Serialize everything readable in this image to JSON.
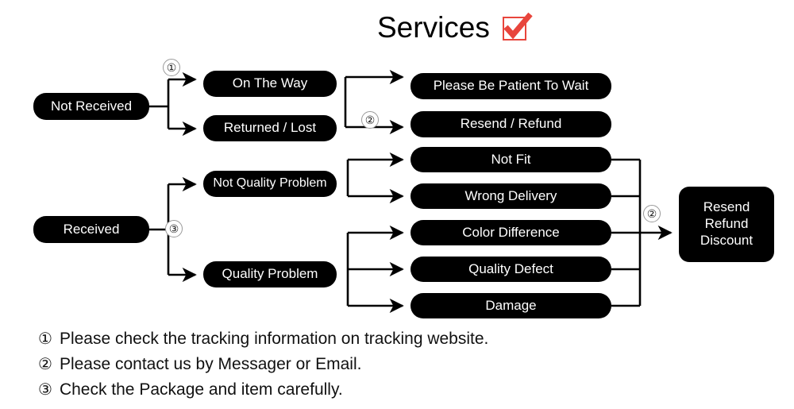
{
  "header": {
    "title": "Services",
    "check_icon": "checkbox-checked-icon",
    "check_color": "#e8453c"
  },
  "theme": {
    "node_bg": "#000000",
    "node_text": "#ffffff",
    "page_bg": "#ffffff",
    "wire_color": "#000000",
    "marker_ring": "#9a9a9a"
  },
  "flow": {
    "roots": [
      {
        "label": "Not Received"
      },
      {
        "label": "Received"
      }
    ],
    "stage2": [
      {
        "label": "On The Way"
      },
      {
        "label": "Returned / Lost"
      },
      {
        "label": "Not Quality Problem"
      },
      {
        "label": "Quality Problem"
      }
    ],
    "stage3": [
      {
        "label": "Please Be Patient To Wait"
      },
      {
        "label": "Resend / Refund"
      },
      {
        "label": "Not Fit"
      },
      {
        "label": "Wrong Delivery"
      },
      {
        "label": "Color Difference"
      },
      {
        "label": "Quality Defect"
      },
      {
        "label": "Damage"
      }
    ],
    "outcome": {
      "lines": [
        "Resend",
        "Refund",
        "Discount"
      ]
    },
    "markers": [
      {
        "id": "marker-1",
        "symbol": "①"
      },
      {
        "id": "marker-2-top",
        "symbol": "②"
      },
      {
        "id": "marker-3",
        "symbol": "③"
      },
      {
        "id": "marker-2-right",
        "symbol": "②"
      }
    ]
  },
  "footnotes": [
    {
      "num": "①",
      "text": "Please check the tracking information on tracking website."
    },
    {
      "num": "②",
      "text": "Please contact us by Messager or Email."
    },
    {
      "num": "③",
      "text": "Check the Package and item carefully."
    }
  ]
}
